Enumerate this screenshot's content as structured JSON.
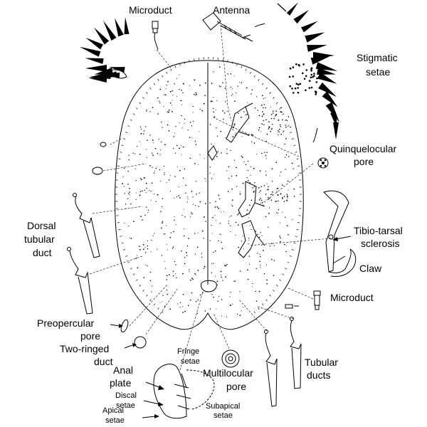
{
  "figure": {
    "labels": {
      "microduct_top": "Microduct",
      "antenna": "Antenna",
      "stigmatic_1": "Stigmatic",
      "stigmatic_2": "setae",
      "quinq_1": "Quinquelocular",
      "quinq_2": "pore",
      "dorsal_1": "Dorsal",
      "dorsal_2": "tubular",
      "dorsal_3": "duct",
      "tibio_1": "Tibio-tarsal",
      "tibio_2": "sclerosis",
      "claw": "Claw",
      "microduct_right": "Microduct",
      "preop_1": "Preopercular",
      "preop_2": "pore",
      "tworinged_1": "Two-ringed",
      "tworinged_2": "duct",
      "fringe_1": "Fringe",
      "fringe_2": "setae",
      "anal_1": "Anal",
      "anal_2": "plate",
      "multi_1": "Multilocular",
      "multi_2": "pore",
      "tubular_1": "Tubular",
      "tubular_2": "ducts",
      "discal_1": "Discal",
      "discal_2": "setae",
      "subapical_1": "Subapical",
      "subapical_2": "setae",
      "apical_1": "Apical",
      "apical_2": "setae"
    }
  }
}
